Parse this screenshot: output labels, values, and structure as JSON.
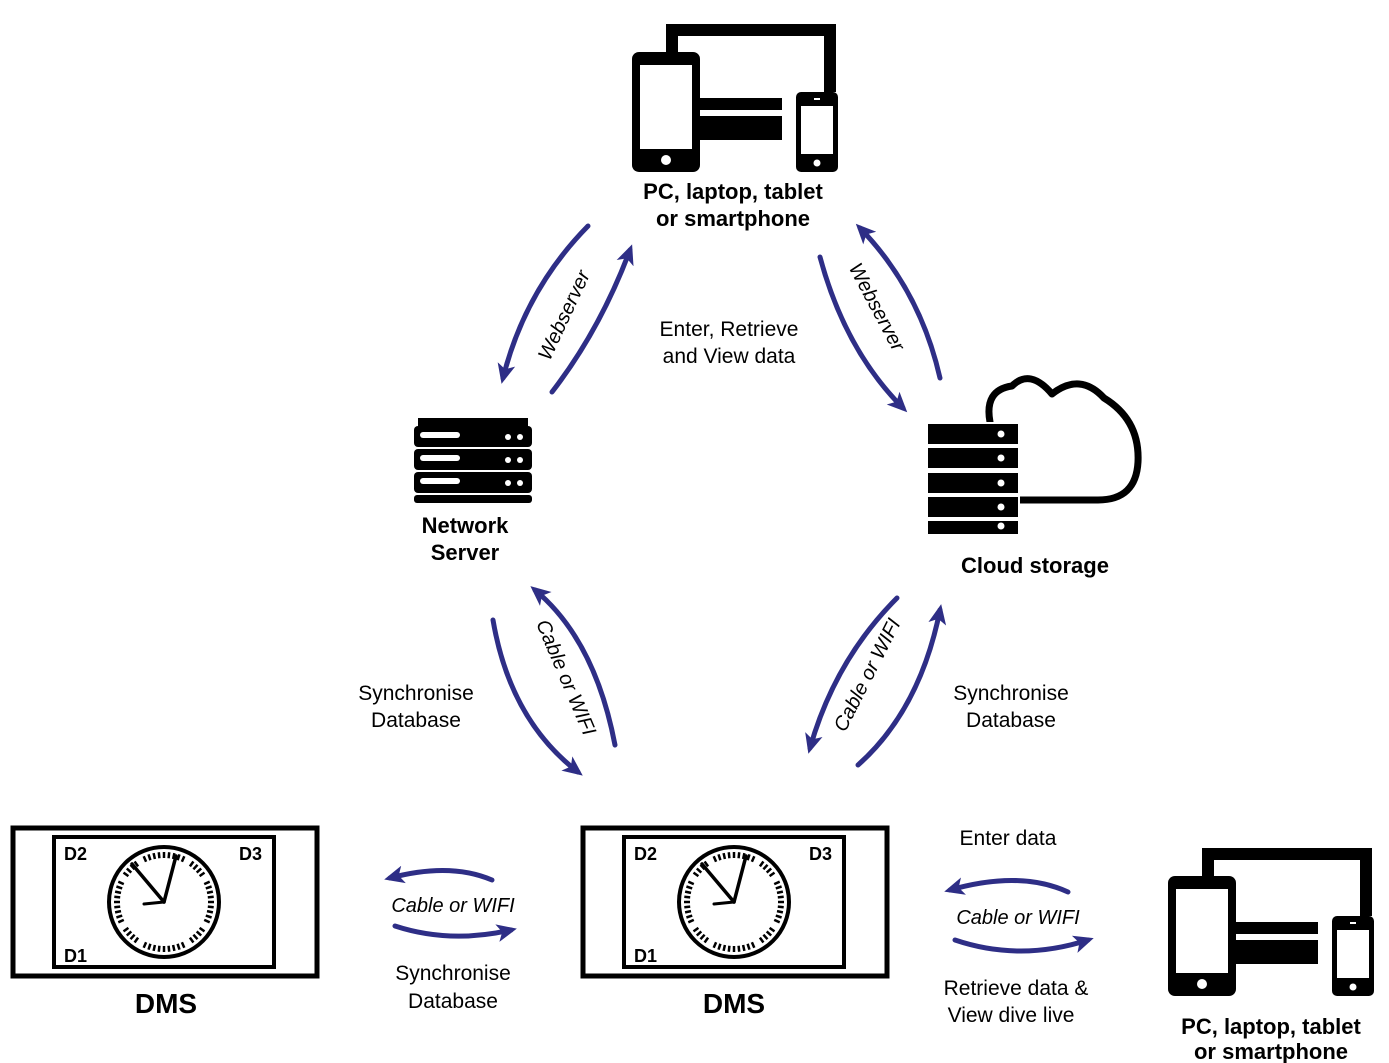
{
  "nodes": {
    "top_devices": {
      "label_line1": "PC, laptop, tablet",
      "label_line2": "or smartphone"
    },
    "network_server": {
      "label_line1": "Network",
      "label_line2": "Server"
    },
    "cloud_storage": {
      "label": "Cloud storage"
    },
    "dms_left": {
      "label": "DMS",
      "screen": {
        "d1": "D1",
        "d2": "D2",
        "d3": "D3"
      }
    },
    "dms_center": {
      "label": "DMS",
      "screen": {
        "d1": "D1",
        "d2": "D2",
        "d3": "D3"
      }
    },
    "bottom_devices": {
      "label_line1": "PC, laptop, tablet",
      "label_line2": "or smartphone"
    }
  },
  "links": {
    "top_center_note": {
      "line1": "Enter, Retrieve",
      "line2": "and View data"
    },
    "webserver_left": "Webserver",
    "webserver_right": "Webserver",
    "cable_left": "Cable or WIFI",
    "cable_right": "Cable or WIFI",
    "sync_left": {
      "line1": "Synchronise",
      "line2": "Database"
    },
    "sync_right": {
      "line1": "Synchronise",
      "line2": "Database"
    },
    "dms_link": {
      "medium": "Cable or WIFI",
      "line1": "Synchronise",
      "line2": "Database"
    },
    "device_link": {
      "top": "Enter data",
      "medium": "Cable or WIFI",
      "line1": "Retrieve data &",
      "line2": "View dive live"
    }
  },
  "colors": {
    "arrow": "#2e2e86",
    "ink": "#000000",
    "background": "#ffffff"
  }
}
